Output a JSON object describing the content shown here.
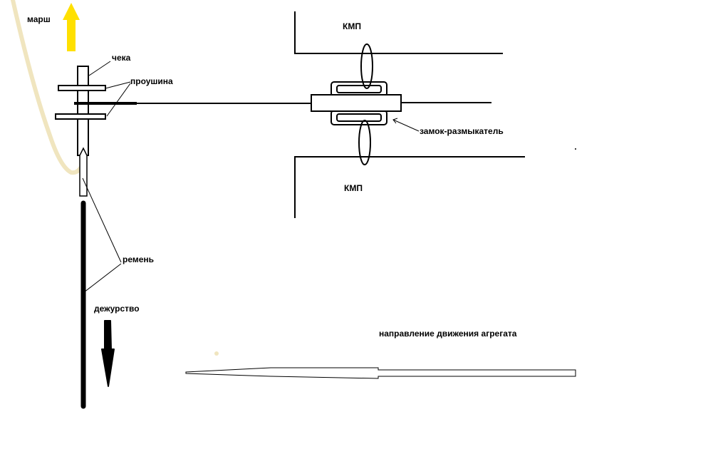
{
  "labels": {
    "march": "марш",
    "pin": "чека",
    "eyelet": "проушина",
    "kmp_top": "КМП",
    "kmp_bottom": "КМП",
    "lock_release": "замок-размыкатель",
    "strap": "ремень",
    "duty": "дежурство",
    "direction": "направление движения агрегата"
  },
  "colors": {
    "ink": "#000000",
    "march_arrow": "#ffe000",
    "cord": "#f0e5bf",
    "background": "#ffffff"
  },
  "icons": {
    "march_arrow": "arrow-up-icon",
    "duty_arrow": "arrow-down-icon"
  }
}
